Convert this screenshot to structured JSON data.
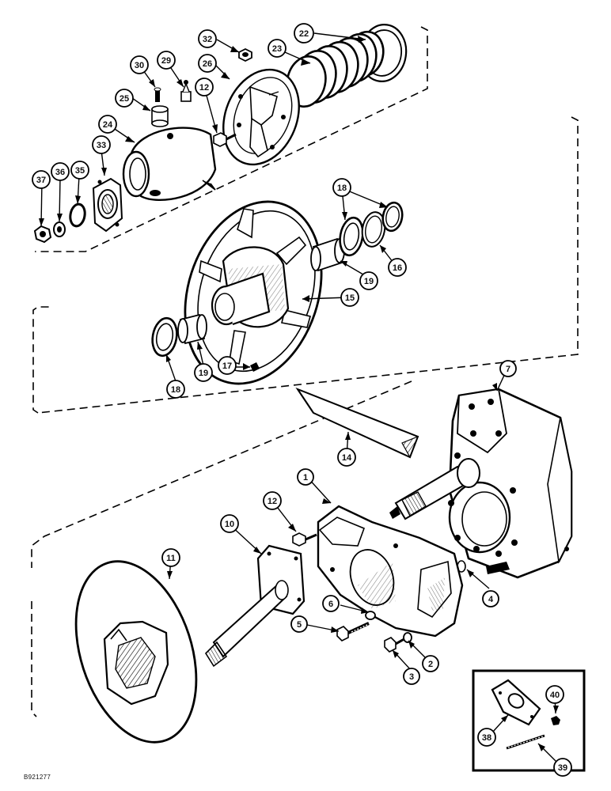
{
  "reference_code": "B921277",
  "callouts": [
    {
      "id": "c1",
      "label": "1"
    },
    {
      "id": "c2",
      "label": "2"
    },
    {
      "id": "c3",
      "label": "3"
    },
    {
      "id": "c4",
      "label": "4"
    },
    {
      "id": "c5",
      "label": "5"
    },
    {
      "id": "c6",
      "label": "6"
    },
    {
      "id": "c7",
      "label": "7"
    },
    {
      "id": "c10",
      "label": "10"
    },
    {
      "id": "c11",
      "label": "11"
    },
    {
      "id": "c12a",
      "label": "12"
    },
    {
      "id": "c12b",
      "label": "12"
    },
    {
      "id": "c14",
      "label": "14"
    },
    {
      "id": "c15",
      "label": "15"
    },
    {
      "id": "c16",
      "label": "16"
    },
    {
      "id": "c17",
      "label": "17"
    },
    {
      "id": "c18a",
      "label": "18"
    },
    {
      "id": "c18b",
      "label": "18"
    },
    {
      "id": "c19a",
      "label": "19"
    },
    {
      "id": "c19b",
      "label": "19"
    },
    {
      "id": "c22",
      "label": "22"
    },
    {
      "id": "c23",
      "label": "23"
    },
    {
      "id": "c24",
      "label": "24"
    },
    {
      "id": "c25",
      "label": "25"
    },
    {
      "id": "c26",
      "label": "26"
    },
    {
      "id": "c29",
      "label": "29"
    },
    {
      "id": "c30",
      "label": "30"
    },
    {
      "id": "c32",
      "label": "32"
    },
    {
      "id": "c33",
      "label": "33"
    },
    {
      "id": "c35",
      "label": "35"
    },
    {
      "id": "c36",
      "label": "36"
    },
    {
      "id": "c37",
      "label": "37"
    },
    {
      "id": "c38",
      "label": "38"
    },
    {
      "id": "c39",
      "label": "39"
    },
    {
      "id": "c40",
      "label": "40"
    }
  ]
}
